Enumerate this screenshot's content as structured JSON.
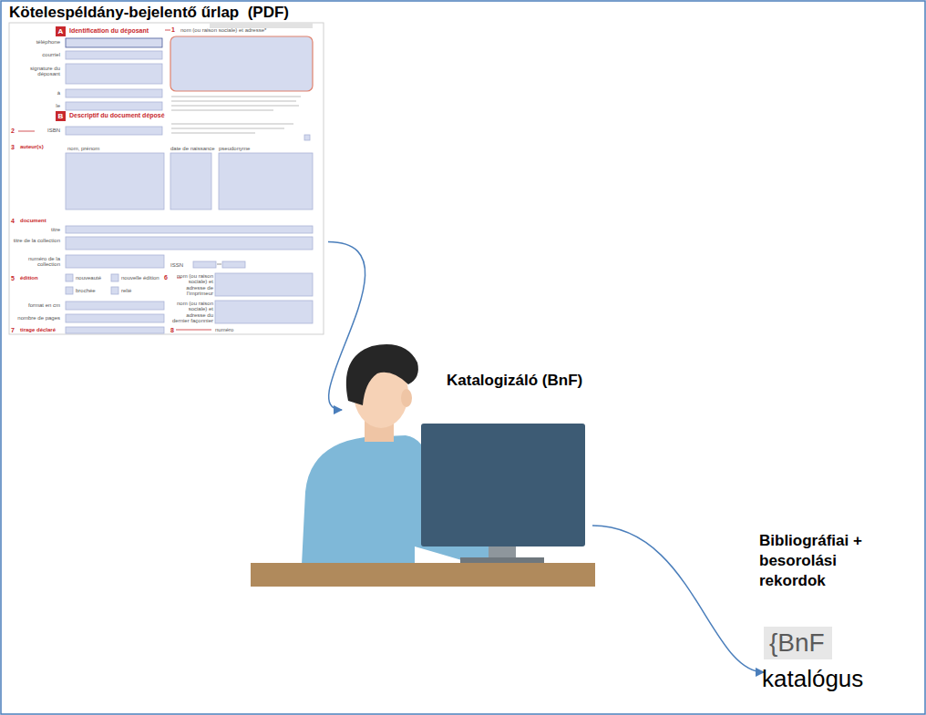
{
  "diagram": {
    "nodes": [
      {
        "text": [
          "Kötelespéldány-bejelentő űrlap  (PDF)"
        ]
      },
      {
        "text": [
          "Katalogizáló (BnF)"
        ]
      },
      {
        "text": [
          "{BnF",
          "katalógus"
        ]
      }
    ],
    "edges": [
      {
        "from": 0,
        "to": 1,
        "arrow": "to"
      },
      {
        "from": 1,
        "to": 2,
        "arrow": "to",
        "label": "Bibliográfiai + besorolási rekordok"
      }
    ],
    "labels": [
      "A",
      "Identification du déposant",
      "1",
      "nom (ou raison sociale) et adresse*",
      "téléphone",
      "courriel",
      "signature du déposant",
      "à",
      "le",
      "B",
      "Descriptif du document déposé",
      "2",
      "ISBN",
      "3",
      "auteur(s)",
      "nom, prénom",
      "date de naissance",
      "pseudonyme",
      "4",
      "document",
      "titre",
      "titre de la collection",
      "numéro de la collection",
      "ISSN",
      "5",
      "édition",
      "nouveauté",
      "nouvelle édition",
      "brochée",
      "relié",
      "6",
      "nom (ou raison sociale) et adresse de l'imprimeur",
      "nom (ou raison sociale) et adresse du dernier façonnier",
      "format en cm",
      "nombre de pages",
      "7",
      "tirage déclaré",
      "8",
      "numéro"
    ]
  }
}
